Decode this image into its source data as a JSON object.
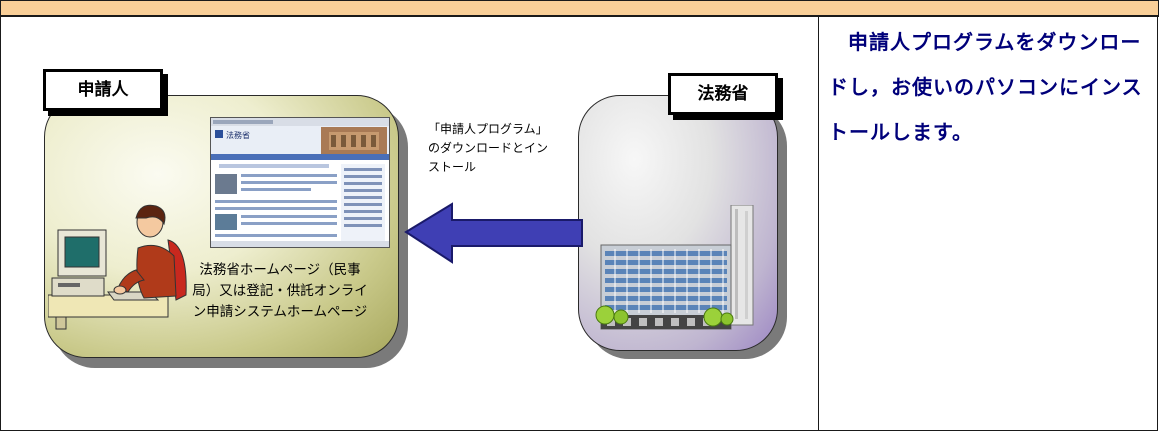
{
  "description": "申請人プログラムをダウンロードし，お使いのパソコンにインストールします。",
  "applicant": {
    "label": "申請人",
    "caption": "法務省ホームページ（民事局）又は登記・供託オンライン申請システムホームページ"
  },
  "ministry": {
    "label": "法務省"
  },
  "arrow_text": "「申請人プログラム」のダウンロードとインストール",
  "website_thumb": {
    "site_name": "法務省"
  },
  "colors": {
    "top_bar": "#f9cf98",
    "description_text": "#00007a",
    "arrow_fill": "#3f3fb4",
    "arrow_stroke": "#1a1a6a",
    "applicant_bg": "#eeeecf",
    "ministry_bg": "#9c86c3"
  },
  "icons": [
    "person-at-computer-illustration",
    "government-building-illustration",
    "website-screenshot-thumbnail"
  ]
}
